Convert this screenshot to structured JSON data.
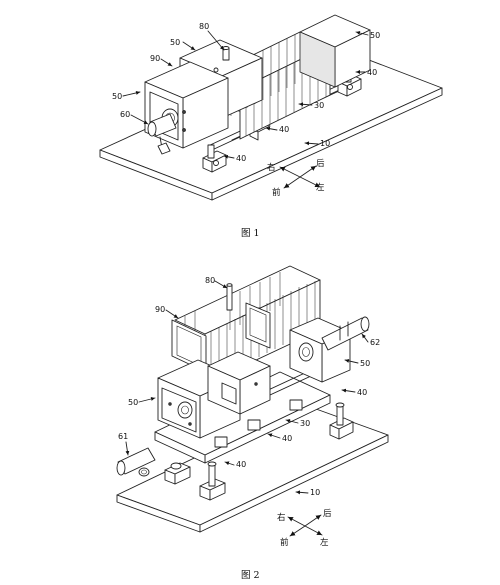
{
  "figures": [
    {
      "caption": "图 1",
      "labels": {
        "l80": "80",
        "l50_top": "50",
        "l50_right": "50",
        "l90": "90",
        "l40_right": "40",
        "l50_left": "50",
        "l30": "30",
        "l60": "60",
        "l40_mid": "40",
        "l10": "10",
        "l40_front": "40"
      },
      "directions": {
        "right": "右",
        "back": "后",
        "front": "前",
        "left": "左"
      }
    },
    {
      "caption": "图 2",
      "labels": {
        "l80": "80",
        "l90": "90",
        "l62": "62",
        "l50_right": "50",
        "l40_right": "40",
        "l50_left": "50",
        "l30": "30",
        "l61": "61",
        "l40_mid": "40",
        "l40_low": "40",
        "l10": "10"
      },
      "directions": {
        "right": "右",
        "back": "后",
        "front": "前",
        "left": "左"
      }
    }
  ]
}
